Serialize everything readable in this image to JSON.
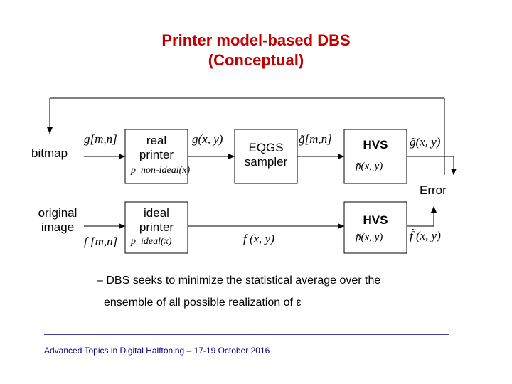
{
  "title": {
    "line1": "Printer model-based DBS",
    "line2": "(Conceptual)"
  },
  "labels": {
    "bitmap": "bitmap",
    "original_line1": "original",
    "original_line2": "image",
    "error": "Error"
  },
  "blocks": {
    "real_printer": {
      "line1": "real",
      "line2": "printer",
      "math": "p_non-ideal(x)"
    },
    "eqgs": {
      "line1": "EQGS",
      "line2": "sampler"
    },
    "hvs_top": {
      "label": "HVS",
      "math": "p̃(x, y)"
    },
    "ideal_printer": {
      "line1": "ideal",
      "line2": "printer",
      "math": "p_ideal(x)"
    },
    "hvs_bottom": {
      "label": "HVS",
      "math": "p̃(x, y)"
    }
  },
  "signals": {
    "g_mn": "g[m,n]",
    "g_xy": "g(x, y)",
    "gtilde_mn": "g̃[m,n]",
    "gtilde_xy": "g̃(x, y)",
    "f_mn": "f [m,n]",
    "f_xy": "f (x, y)",
    "ftilde_xy": "f̃ (x, y)"
  },
  "bullet": {
    "line1": "– DBS seeks to minimize the statistical average over the",
    "line2": "ensemble of  all possible realization of ε"
  },
  "footer": "Advanced Topics in Digital Halftoning – 17-19 October 2016",
  "colors": {
    "title": "#c00000",
    "rule": "#000080"
  }
}
